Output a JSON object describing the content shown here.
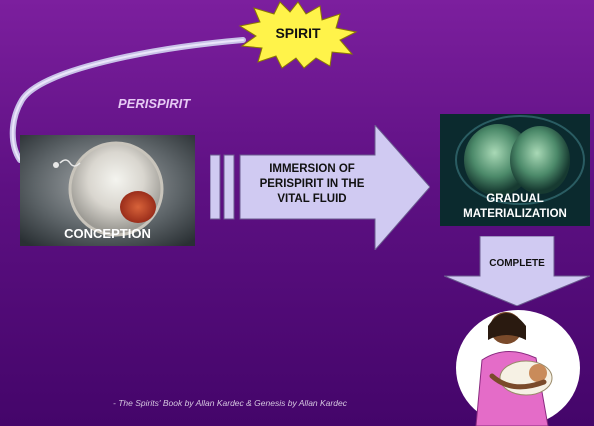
{
  "spirit_label": "SPIRIT",
  "perispirit_label": "PERISPIRIT",
  "conception_label": "CONCEPTION",
  "immersion_text": {
    "line1": "IMMERSION OF",
    "line2": "PERISPIRIT IN THE",
    "line3": "VITAL FLUID"
  },
  "materialization_text": {
    "line1": "GRADUAL",
    "line2": "MATERIALIZATION"
  },
  "complete_label": "COMPLETE",
  "source_text": "- The Spirits' Book by Allan Kardec & Genesis by Allan Kardec",
  "colors": {
    "background_top": "#7c1f9e",
    "background_bottom": "#44056a",
    "burst": "#fff34a",
    "arrow_fill": "#d0caf2",
    "perispirit_line": "#c9c2e8"
  }
}
